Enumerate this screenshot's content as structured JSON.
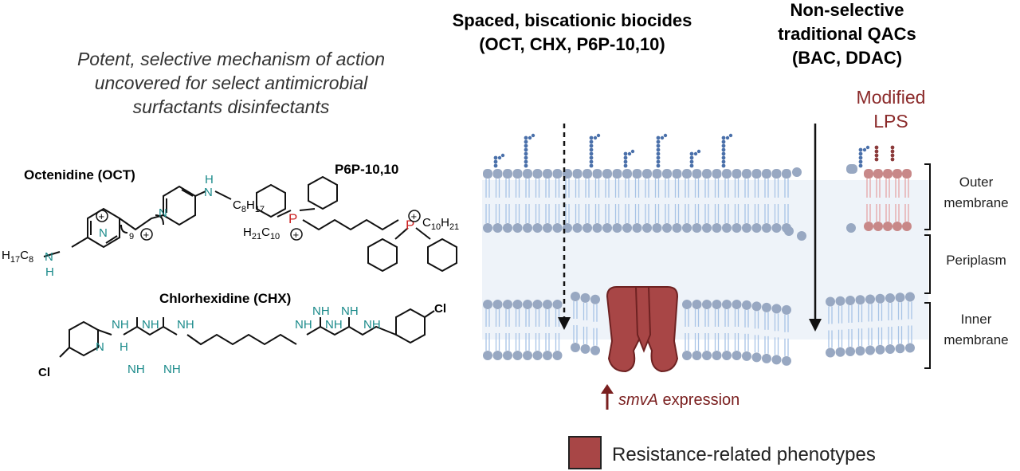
{
  "tagline": {
    "line1": "Potent, selective mechanism of action",
    "line2": "uncovered for select antimicrobial",
    "line3": "surfactants disinfectants"
  },
  "octenidine": {
    "title": "Octenidine (OCT)",
    "n_label": "N",
    "h_label": "H",
    "chain_right": "C",
    "chain_right_sub1": "8",
    "chain_right_h": "H",
    "chain_right_sub2": "17",
    "chain_left_h": "H",
    "chain_left_sub1": "17",
    "chain_left_c": "C",
    "chain_left_sub2": "8",
    "repeat_sub": "9",
    "plus": "+"
  },
  "p6p": {
    "title": "P6P-10,10",
    "p_label": "P",
    "plus": "+",
    "left_h": "H",
    "left_sub1": "21",
    "left_c": "C",
    "left_sub2": "10",
    "right_c": "C",
    "right_sub1": "10",
    "right_h": "H",
    "right_sub2": "21"
  },
  "chlorhexidine": {
    "title": "Chlorhexidine (CHX)",
    "cl": "Cl",
    "nh": "NH",
    "n": "N",
    "h": "H"
  },
  "headers": {
    "spaced_line1": "Spaced, biscationic biocides",
    "spaced_line2": "(OCT, CHX, P6P-10,10)",
    "nonsel_line1": "Non-selective",
    "nonsel_line2": "traditional QACs",
    "nonsel_line3": "(BAC, DDAC)"
  },
  "modified_lps": {
    "line1": "Modified",
    "line2": "LPS"
  },
  "brackets": {
    "outer_line1": "Outer",
    "outer_line2": "membrane",
    "periplasm": "Periplasm",
    "inner_line1": "Inner",
    "inner_line2": "membrane"
  },
  "smva": {
    "gene": "smvA",
    "suffix": " expression"
  },
  "legend": {
    "label": "Resistance-related phenotypes"
  },
  "colors": {
    "teal": "#1a8a8a",
    "red_p": "#cc2222",
    "dark_red": "#7a1f1f",
    "pump": "#a84646",
    "pump_stroke": "#6e2222",
    "lipid_head": "#98a8c2",
    "lipid_tail": "#a8c4e6",
    "lps_dot": "#4a70aa",
    "mod_head": "#c88888",
    "mod_tail": "#e4a6a6",
    "periplasm_bg": "#eef3f9",
    "modified_text": "#8b2a2a"
  }
}
